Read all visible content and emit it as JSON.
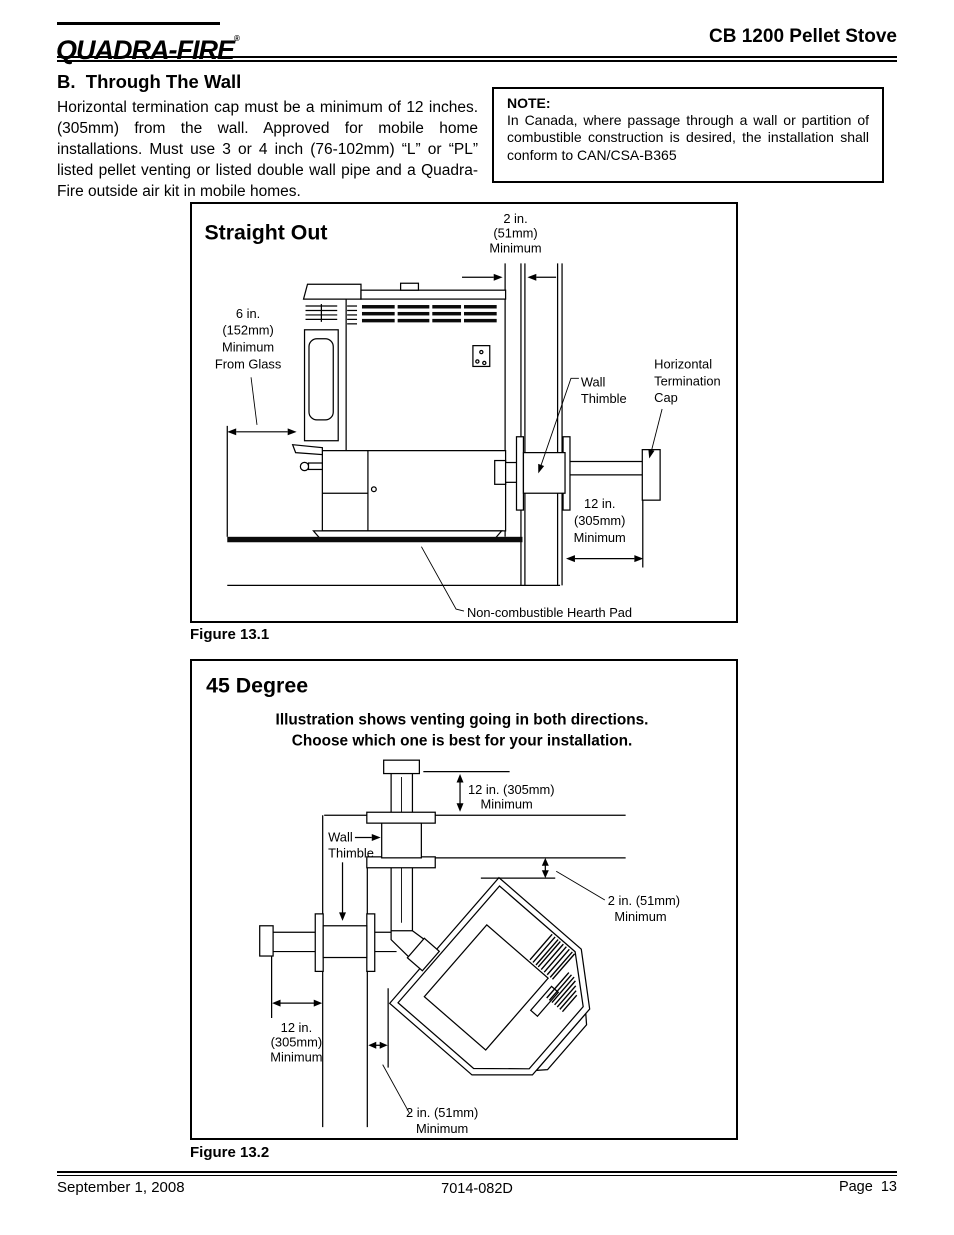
{
  "header": {
    "logo_text": "QUADRA-FIRE",
    "trademark": "®",
    "product_title": "CB 1200 Pellet Stove"
  },
  "section": {
    "heading": "B.  Through The Wall",
    "body": "Horizontal termination cap must be a minimum of 12 inches. (305mm) from the wall.  Approved for mobile home installations.  Must use 3 or 4 inch (76-102mm) “L” or “PL” listed pellet venting or listed double wall pipe and a Quadra-Fire outside air kit in mobile homes."
  },
  "note": {
    "heading": "NOTE:",
    "body": "In Canada, where passage through a wall or partition of combustible construction is desired, the installation shall conform to CAN/CSA-B365"
  },
  "figure1": {
    "title": "Straight Out",
    "caption": "Figure 13.1",
    "labels": {
      "top_clearance": [
        "2 in.",
        "(51mm)",
        "Minimum"
      ],
      "glass_clearance": [
        "6 in.",
        "(152mm)",
        "Minimum",
        "From Glass"
      ],
      "wall_thimble": [
        "Wall",
        "Thimble"
      ],
      "termination_cap": [
        "Horizontal",
        "Termination",
        "Cap"
      ],
      "wall_distance": [
        "12 in.",
        "(305mm)",
        "Minimum"
      ],
      "hearth_pad": "Non-combustible Hearth Pad"
    }
  },
  "figure2": {
    "title": "45 Degree",
    "instruction_line1": "Illustration shows venting going in both directions.",
    "instruction_line2": "Choose which one is best for your installation.",
    "caption": "Figure 13.2",
    "labels": {
      "cap_wall_distance": [
        "12 in. (305mm)",
        "Minimum"
      ],
      "wall_thimble": [
        "Wall",
        "Thimble"
      ],
      "side_wall_distance": [
        "12 in.",
        "(305mm)",
        "Minimum"
      ],
      "rear_clearance": [
        "2 in. (51mm)",
        "Minimum"
      ],
      "side_clearance": [
        "2 in. (51mm)",
        "Minimum"
      ]
    }
  },
  "footer": {
    "date": "September 1, 2008",
    "document_number": "7014-082D",
    "page_label": "Page  13"
  }
}
